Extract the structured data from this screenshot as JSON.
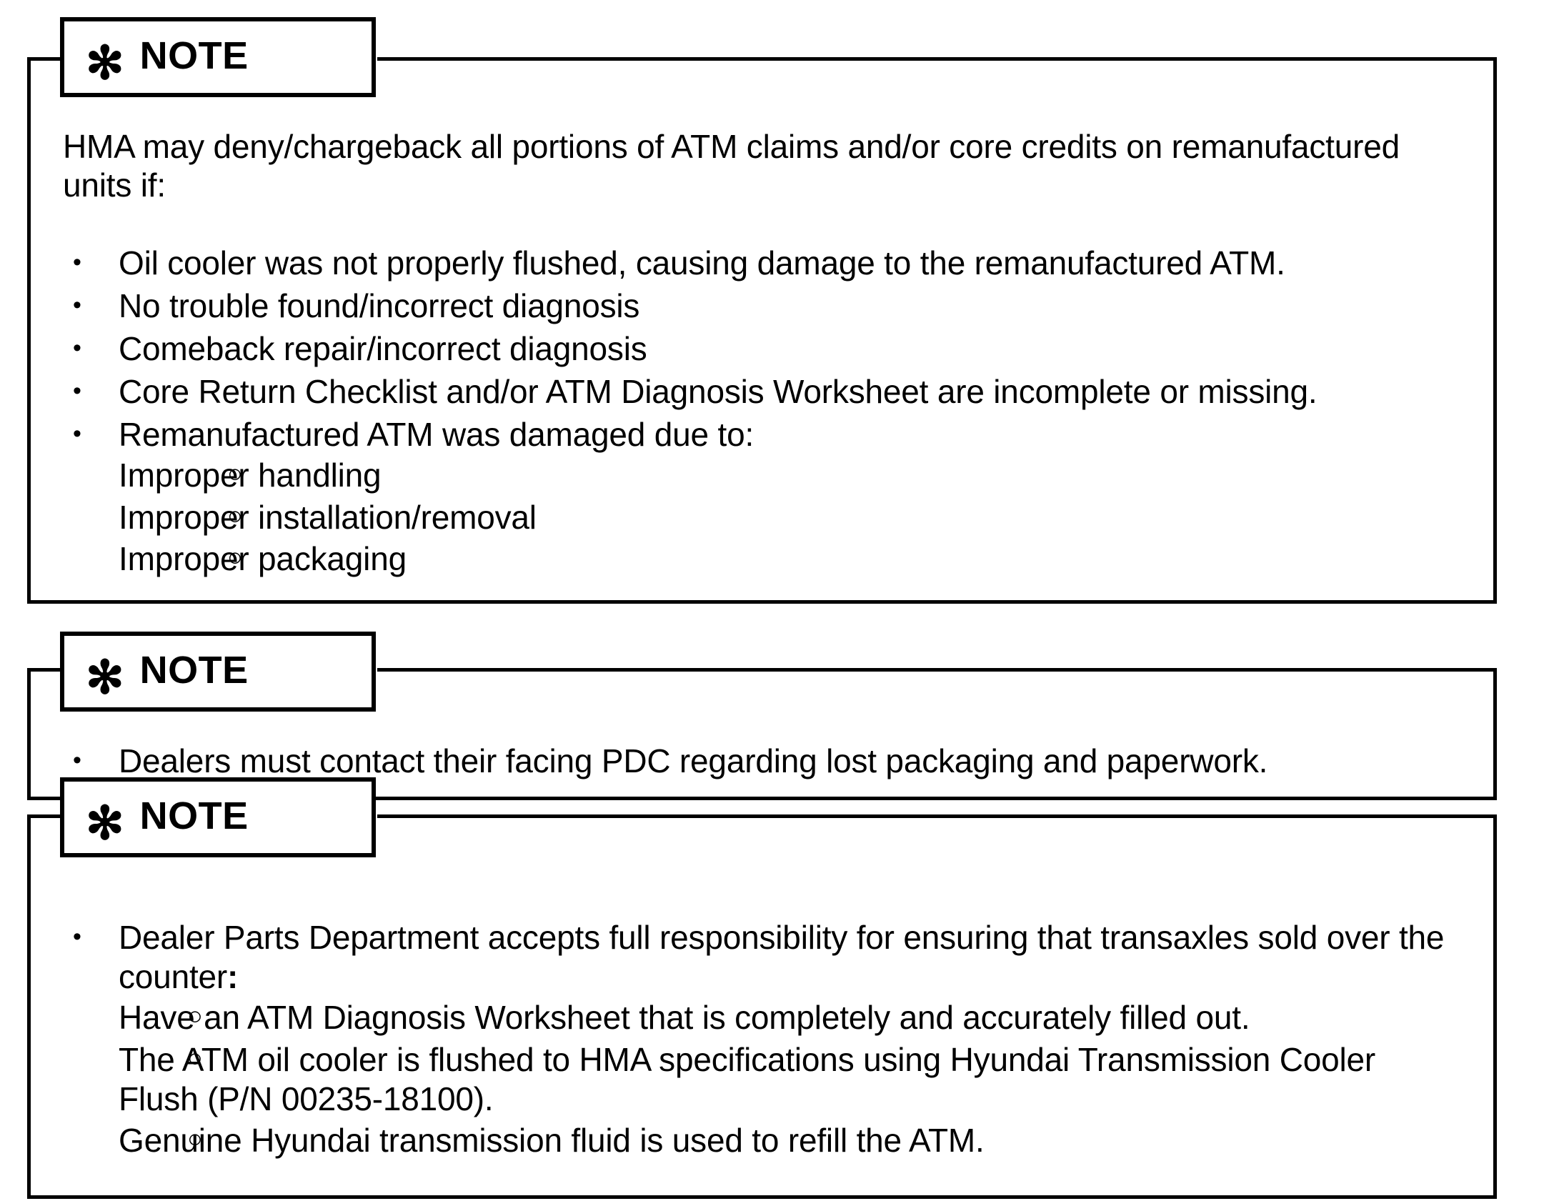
{
  "document": {
    "type": "technical-service-bulletin-notes",
    "note_label": "NOTE",
    "star_glyph": "✻"
  },
  "notes": [
    {
      "id": "note-1",
      "label": "NOTE",
      "intro": "HMA may deny/chargeback all portions of ATM claims and/or core credits on remanufactured units if:",
      "bullets": [
        {
          "text": "Oil cooler was not properly flushed, causing damage to the remanufactured ATM.",
          "sub": []
        },
        {
          "text": "No trouble found/incorrect diagnosis",
          "sub": []
        },
        {
          "text": "Comeback repair/incorrect diagnosis",
          "sub": []
        },
        {
          "text": "Core Return Checklist and/or ATM Diagnosis Worksheet are incomplete or missing.",
          "sub": []
        },
        {
          "text": "Remanufactured ATM was damaged due to:",
          "sub": [
            "Improper handling",
            "Improper installation/removal",
            "Improper packaging"
          ]
        }
      ]
    },
    {
      "id": "note-2",
      "label": "NOTE",
      "intro": "",
      "bullets": [
        {
          "text": "Dealers must contact their facing PDC regarding lost packaging and paperwork.",
          "sub": []
        }
      ]
    },
    {
      "id": "note-3",
      "label": "NOTE",
      "intro": "",
      "bullets": [
        {
          "text_prefix": "Dealer Parts Department accepts full responsibility for ensuring that transaxles sold over the counter",
          "text_bold_suffix": ":",
          "text": "Dealer Parts Department accepts full responsibility for ensuring that transaxles sold over the counter:",
          "sub": [
            "Have an ATM Diagnosis Worksheet that is completely and accurately filled out.",
            "The ATM oil cooler is flushed to HMA specifications using Hyundai Transmission Cooler Flush (P/N 00235-18100).",
            "Genuine Hyundai transmission fluid is used to refill the ATM."
          ]
        }
      ]
    }
  ],
  "markers": {
    "bullet": "•",
    "sub_bullet": "○"
  },
  "colors": {
    "border": "#000000",
    "text": "#000000",
    "background": "#ffffff"
  }
}
